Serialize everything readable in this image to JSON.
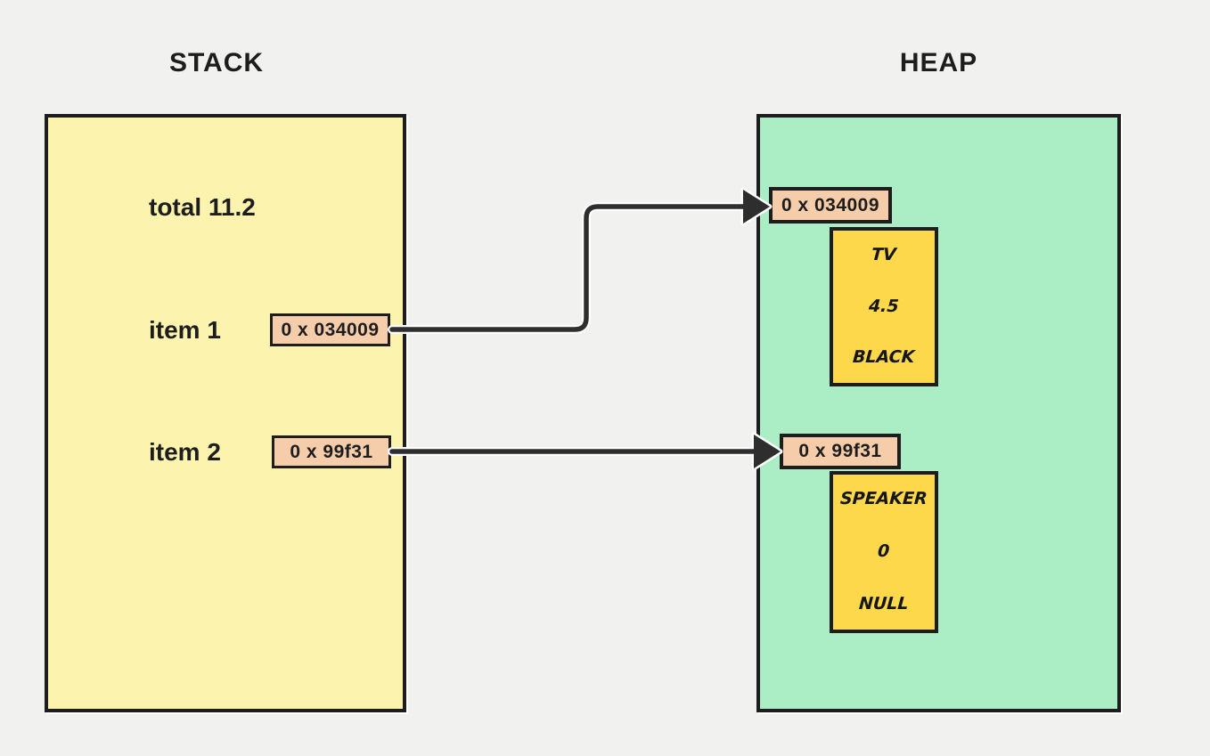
{
  "diagram": {
    "kind": "stack-heap-memory-diagram"
  },
  "stack": {
    "title": "STACK",
    "total_label": "total 11.2",
    "items": [
      {
        "label": "item 1",
        "pointer": "0 x 034009"
      },
      {
        "label": "item 2",
        "pointer": "0 x 99f31"
      }
    ]
  },
  "heap": {
    "title": "HEAP",
    "objects": [
      {
        "address": "0 x 034009",
        "fields": [
          "TV",
          "4.5",
          "BLACK"
        ]
      },
      {
        "address": "0 x 99f31",
        "fields": [
          "SPEAKER",
          "0",
          "NULL"
        ]
      }
    ]
  },
  "colors": {
    "background": "#f1f1ef",
    "stack_fill": "#fcf3ae",
    "heap_fill": "#abeec6",
    "pointer_fill": "#f6cdaa",
    "object_fill": "#fdd84a",
    "outline": "#1d1d1d",
    "arrow": "#2e2e2e"
  }
}
